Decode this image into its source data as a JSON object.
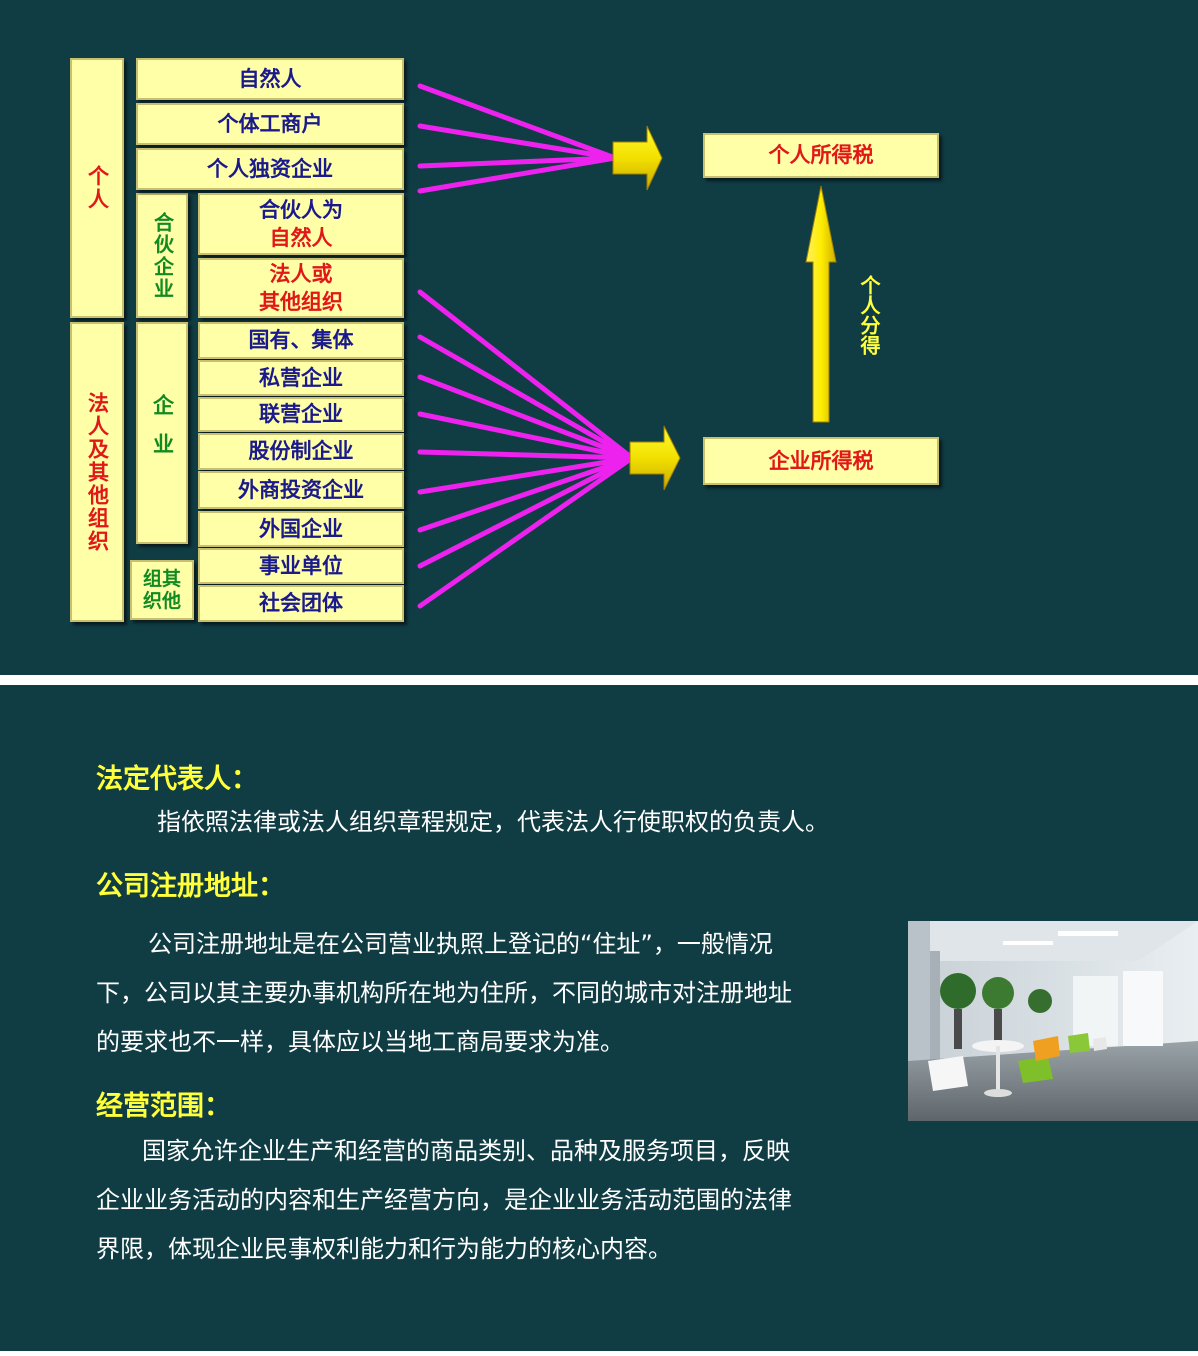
{
  "diagram": {
    "left_groups": {
      "personal": "个人",
      "legal": "法人及其他组织"
    },
    "mid_groups": {
      "partnership": "合伙企业",
      "enterprise": "企业",
      "other_org": "组其织他"
    },
    "boxes": {
      "natural_person": "自然人",
      "individual_business": "个体工商户",
      "sole_proprietorship": "个人独资企业",
      "partner_natural_1": "合伙人为",
      "partner_natural_2": "自然人",
      "partner_legal_1": "法人或",
      "partner_legal_2": "其他组织",
      "state_collective": "国有、集体",
      "private": "私营企业",
      "joint": "联营企业",
      "joint_stock": "股份制企业",
      "foreign_invested": "外商投资企业",
      "foreign": "外国企业",
      "public_institution": "事业单位",
      "social_group": "社会团体"
    },
    "targets": {
      "personal_tax": "个人所得税",
      "corporate_tax": "企业所得税"
    },
    "arrow_label": "个人分得"
  },
  "sections": [
    {
      "heading": "法定代表人：",
      "lines": [
        "指依照法律或法人组织章程规定，代表法人行使职权的负责人。"
      ]
    },
    {
      "heading": "公司注册地址：",
      "lines": [
        "公司注册地址是在公司营业执照上登记的“住址”，一般情况",
        "下，公司以其主要办事机构所在地为住所，不同的城市对注册地址",
        "的要求也不一样，具体应以当地工商局要求为准。"
      ]
    },
    {
      "heading": "经营范围：",
      "lines": [
        "国家允许企业生产和经营的商品类别、品种及服务项目，反映",
        "企业业务活动的内容和生产经营方向，是企业业务活动范围的法律",
        "界限，体现企业民事权利能力和行为能力的核心内容。"
      ]
    }
  ],
  "colors": {
    "background": "#103d44",
    "box_fill": "#ffffa8",
    "connector": "#ee22ee",
    "arrow": "#ffee00",
    "heading": "#ffff3a",
    "text_navy": "#1a1a8c",
    "text_red": "#e01818",
    "text_green": "#128a22"
  }
}
